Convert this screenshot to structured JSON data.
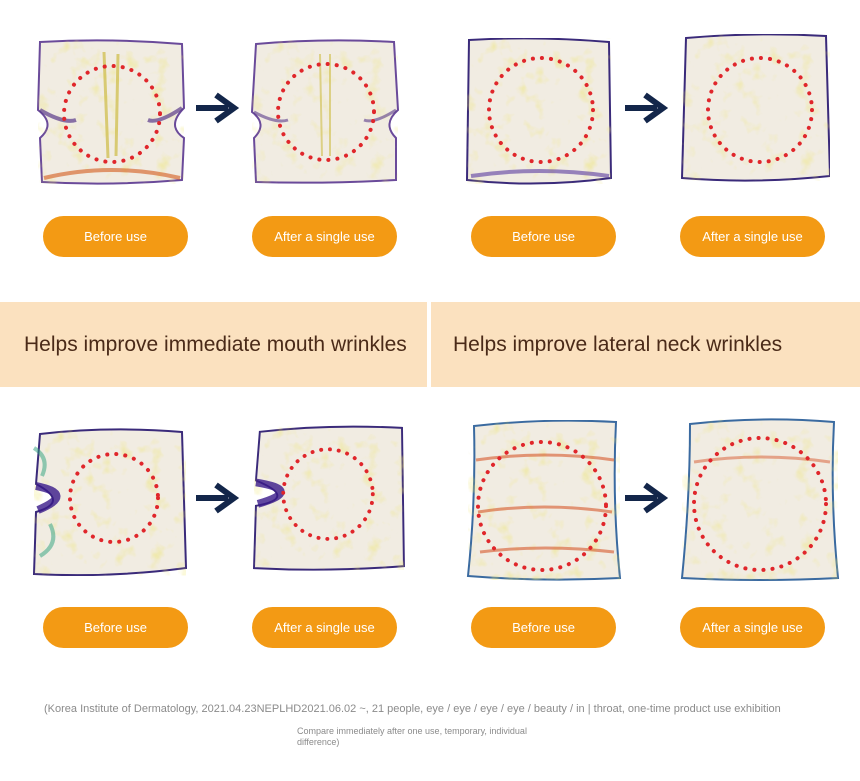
{
  "headings": {
    "mouth": "Helps improve immediate mouth wrinkles",
    "neck": "Helps improve lateral neck wrinkles"
  },
  "labels": {
    "before": "Before use",
    "after": "After a single use"
  },
  "footnote": {
    "line1": "(Korea Institute of Dermatology, 2021.04.23NEPLHD2021.06.02 ~, 21 people, eye / eye / eye / eye / beauty / in | throat, one-time product use exhibition",
    "line2": "Compare immediately after one use, temporary, individual difference)"
  },
  "colors": {
    "accent": "#f39a14",
    "band": "#fbe1bf",
    "arrow": "#13264a",
    "dots": "#e0262b"
  }
}
